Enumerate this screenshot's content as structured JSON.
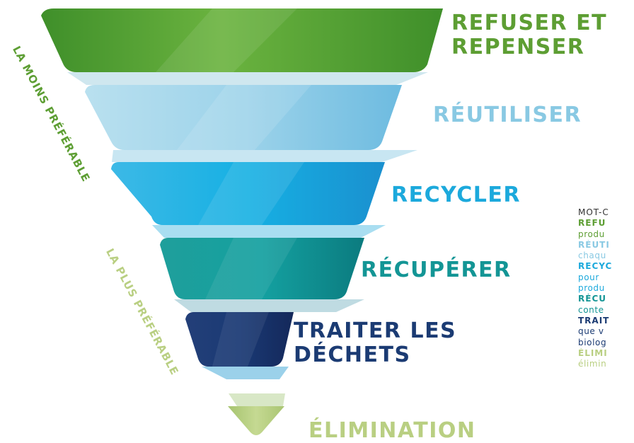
{
  "tiers": [
    {
      "label_lines": [
        "REFUSER ET",
        "REPENSER"
      ],
      "color": "#5d9e33"
    },
    {
      "label_lines": [
        "RÉUTILISER"
      ],
      "color": "#89c9e3"
    },
    {
      "label_lines": [
        "RECYCLER"
      ],
      "color": "#1ca9dc"
    },
    {
      "label_lines": [
        "RÉCUPÉRER"
      ],
      "color": "#139595"
    },
    {
      "label_lines": [
        "TRAITER LES",
        "DÉCHETS"
      ],
      "color": "#1b3b73"
    },
    {
      "label_lines": [
        "ÉLIMINATION"
      ],
      "color": "#b9cf82"
    }
  ],
  "side_labels": {
    "least_preferred": "LA MOINS PRÉFÉRABLE",
    "most_preferred": "LA PLUS PRÉFÉRABLE"
  },
  "legend": {
    "heading": "MOT-C",
    "lines": [
      {
        "term": "REFU",
        "desc": "produ"
      },
      {
        "term": "RÉUTI",
        "desc": "chaqu"
      },
      {
        "term": "RECYC",
        "desc": "pour"
      },
      {
        "term": "",
        "desc": "produ"
      },
      {
        "term": "RÉCU",
        "desc": "conte"
      },
      {
        "term": "TRAIT",
        "desc": "que v"
      },
      {
        "term": "",
        "desc": "biolog"
      },
      {
        "term": "ÉLIMI",
        "desc": "élimin"
      }
    ]
  }
}
